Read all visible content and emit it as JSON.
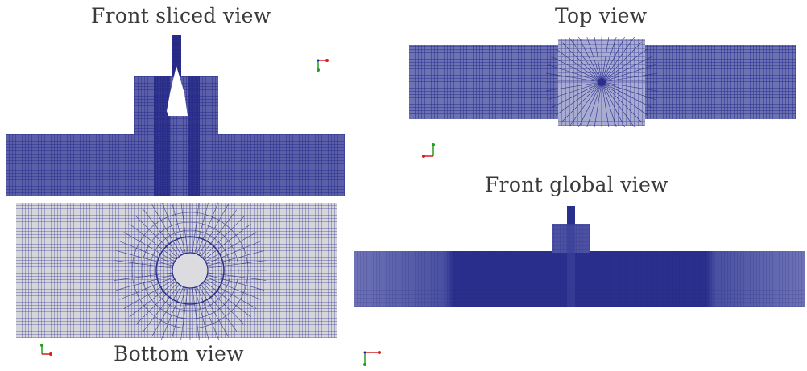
{
  "captions": {
    "front_sliced": "Front sliced view",
    "top": "Top view",
    "front_global": "Front global view",
    "bottom": "Bottom view"
  },
  "colors": {
    "mesh_dark": "#2a2f8e",
    "mesh_light": "#d9d9dc",
    "background": "#ffffff",
    "caption": "#3a3a3a",
    "axis_x": "#d22020",
    "axis_y": "#20a020",
    "axis_z": "#2020c0"
  },
  "icons": [
    "axes-triad-icon"
  ]
}
